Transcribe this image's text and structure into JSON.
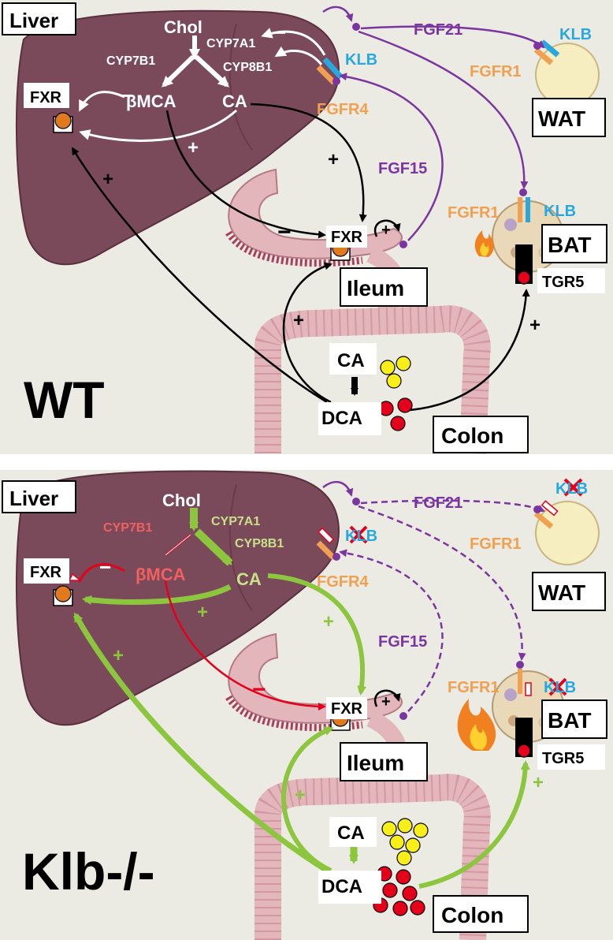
{
  "panels": [
    {
      "genotype": "WT",
      "organs": {
        "liver": "Liver",
        "ileum": "Ileum",
        "colon": "Colon",
        "wat": "WAT",
        "bat": "BAT"
      },
      "metabolites": {
        "chol": "Chol",
        "bmca": "βMCA",
        "ca_liver": "CA",
        "ca_colon": "CA",
        "dca": "DCA"
      },
      "enzymes": {
        "cyp7b1": "CYP7B1",
        "cyp7a1": "CYP7A1",
        "cyp8b1": "CYP8B1"
      },
      "receptors": {
        "fxr_liver": "FXR",
        "fxr_ileum": "FXR",
        "klb_liver": "KLB",
        "klb_wat": "KLB",
        "klb_bat": "KLB",
        "fgfr4": "FGFR4",
        "fgfr1_wat": "FGFR1",
        "fgfr1_bat": "FGFR1",
        "tgr5": "TGR5"
      },
      "hormones": {
        "fgf21": "FGF21",
        "fgf15": "FGF15"
      },
      "signs": {
        "plus": "+",
        "minus": "−"
      }
    },
    {
      "genotype": "Klb-/-",
      "organs": {
        "liver": "Liver",
        "ileum": "Ileum",
        "colon": "Colon",
        "wat": "WAT",
        "bat": "BAT"
      },
      "metabolites": {
        "chol": "Chol",
        "bmca": "βMCA",
        "ca_liver": "CA",
        "ca_colon": "CA",
        "dca": "DCA"
      },
      "enzymes": {
        "cyp7b1": "CYP7B1",
        "cyp7a1": "CYP7A1",
        "cyp8b1": "CYP8B1"
      },
      "receptors": {
        "fxr_liver": "FXR",
        "fxr_ileum": "FXR",
        "klb_liver": "KLB",
        "klb_wat": "KLB",
        "klb_bat": "KLB",
        "fgfr4": "FGFR4",
        "fgfr1_wat": "FGFR1",
        "fgfr1_bat": "FGFR1",
        "tgr5": "TGR5"
      },
      "hormones": {
        "fgf21": "FGF21",
        "fgf15": "FGF15"
      },
      "signs": {
        "plus": "+",
        "minus": "−"
      }
    }
  ],
  "colors": {
    "background": "#ecebe3",
    "liver": "#7b4a5a",
    "liver_outline": "#5a3040",
    "intestine": "#e2b6bb",
    "intestine_dark": "#a8405e",
    "fgf_purple": "#7b35a0",
    "fgfr_orange": "#f0a050",
    "klb_blue": "#29a8e0",
    "bile_acid_yellow": "#f7ee1a",
    "bile_acid_red": "#e4001b",
    "fxr_orange": "#e07a1c",
    "knockout_green": "#8cc63f",
    "knockout_red": "#e4001b",
    "adipocyte": "#f6eec0"
  },
  "icons": [
    "flame-icon",
    "adipocyte-icon",
    "receptor-icon",
    "cross-mark-icon"
  ]
}
